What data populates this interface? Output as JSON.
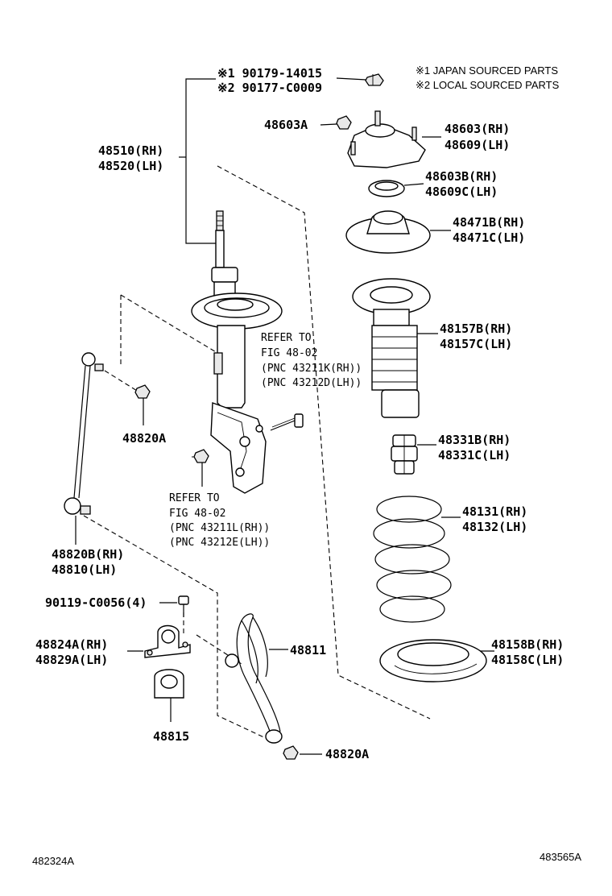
{
  "legend": {
    "japan": "※1 JAPAN SOURCED PARTS",
    "local": "※2 LOCAL SOURCED PARTS"
  },
  "labels": {
    "nut_jp": "※1 90179-14015",
    "nut_local": "※2 90177-C0009",
    "upper_nut": "48603A",
    "support_rh": "48603(RH)",
    "support_lh": "48609(LH)",
    "bearing_rh": "48603B(RH)",
    "bearing_lh": "48609C(LH)",
    "seat_rh": "48471B(RH)",
    "seat_lh": "48471C(LH)",
    "strut_rh": "48510(RH)",
    "strut_lh": "48520(LH)",
    "boot_rh": "48157B(RH)",
    "boot_lh": "48157C(LH)",
    "bumper_rh": "48331B(RH)",
    "bumper_lh": "48331C(LH)",
    "spring_rh": "48131(RH)",
    "spring_lh": "48132(LH)",
    "lower_ins_rh": "48158B(RH)",
    "lower_ins_lh": "48158C(LH)",
    "link_nut": "48820A",
    "link_rh": "48820B(RH)",
    "link_lh": "48810(LH)",
    "bolt": "90119-C0056(4)",
    "bracket_rh": "48824A(RH)",
    "bracket_lh": "48829A(LH)",
    "bushing": "48815",
    "stab_bar": "48811",
    "stab_nut": "48820A"
  },
  "refer1": {
    "line1": "REFER TO",
    "line2": "FIG 48-02",
    "line3": "(PNC 43211K(RH))",
    "line4": "(PNC 43212D(LH))"
  },
  "refer2": {
    "line1": "REFER TO",
    "line2": "FIG 48-02",
    "line3": "(PNC 43211L(RH))",
    "line4": "(PNC 43212E(LH))"
  },
  "footer": {
    "left_code": "482324A",
    "right_code": "483565A"
  }
}
